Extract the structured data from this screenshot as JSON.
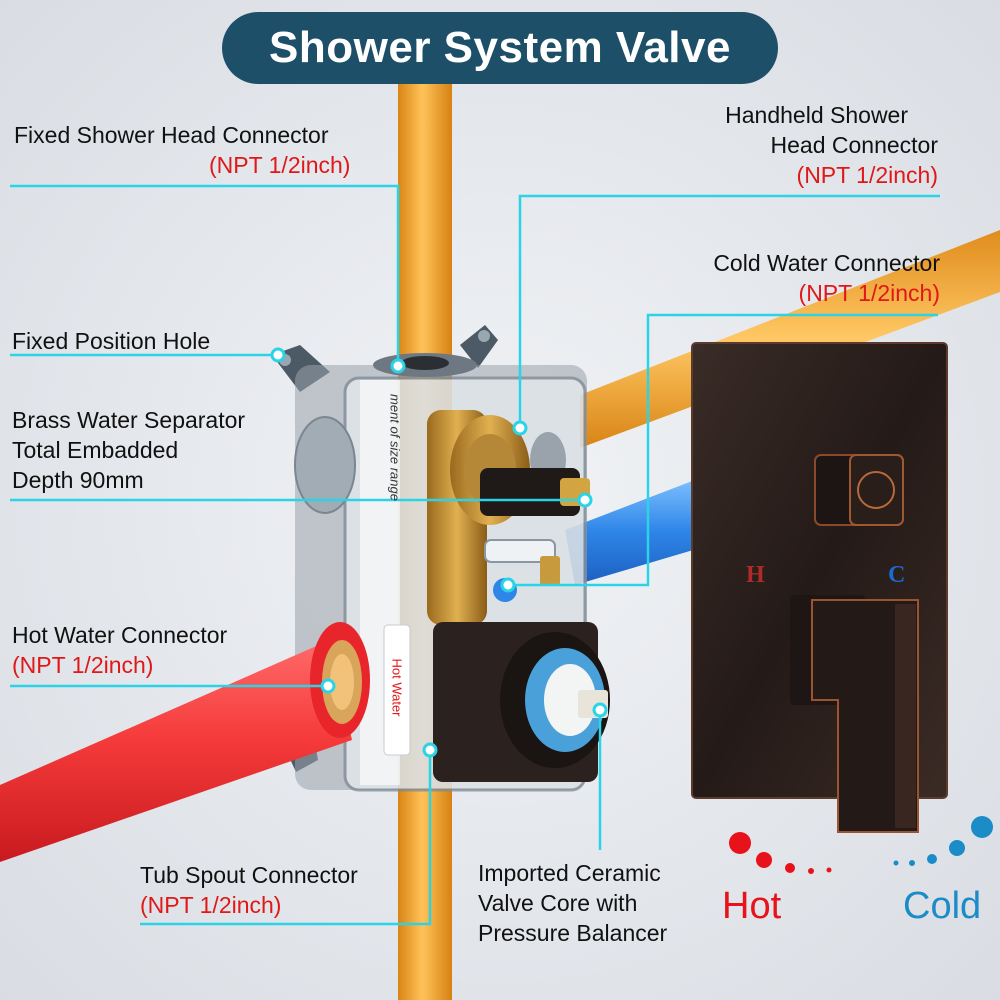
{
  "title": "Shower System Valve",
  "labels": {
    "fixed_head": {
      "line1": "Fixed Shower Head Connector",
      "spec": "(NPT 1/2inch)"
    },
    "handheld": {
      "line1": "Handheld Shower",
      "line2": "Head Connector",
      "spec": "(NPT 1/2inch)"
    },
    "cold_conn": {
      "line1": "Cold Water Connector",
      "spec": "(NPT 1/2inch)"
    },
    "fixed_hole": {
      "line1": "Fixed Position Hole"
    },
    "brass": {
      "line1": "Brass Water Separator",
      "line2": "Total Embadded",
      "line3": "Depth 90mm"
    },
    "hot_conn": {
      "line1": "Hot Water Connector",
      "spec": "(NPT 1/2inch)"
    },
    "tub_spout": {
      "line1": "Tub Spout Connector",
      "spec": "(NPT 1/2inch)"
    },
    "ceramic": {
      "line1": "Imported Ceramic",
      "line2": "Valve Core with",
      "line3": "Pressure Balancer"
    }
  },
  "valve_box_text": {
    "sticker_side": "ment of size range",
    "sticker_front": "Hot Water"
  },
  "panel_letters": {
    "hot": "H",
    "cold": "C"
  },
  "temperature": {
    "hot": "Hot",
    "cold": "Cold"
  },
  "colors": {
    "title_bg": "#1d5068",
    "leader_line": "#2ad4e6",
    "spec_red": "#e01818",
    "hot_pipe": "#e8252b",
    "cold_pipe": "#2e86e8",
    "pex_orange": "#f0a030",
    "trim_plate": "#2a1f1c"
  }
}
